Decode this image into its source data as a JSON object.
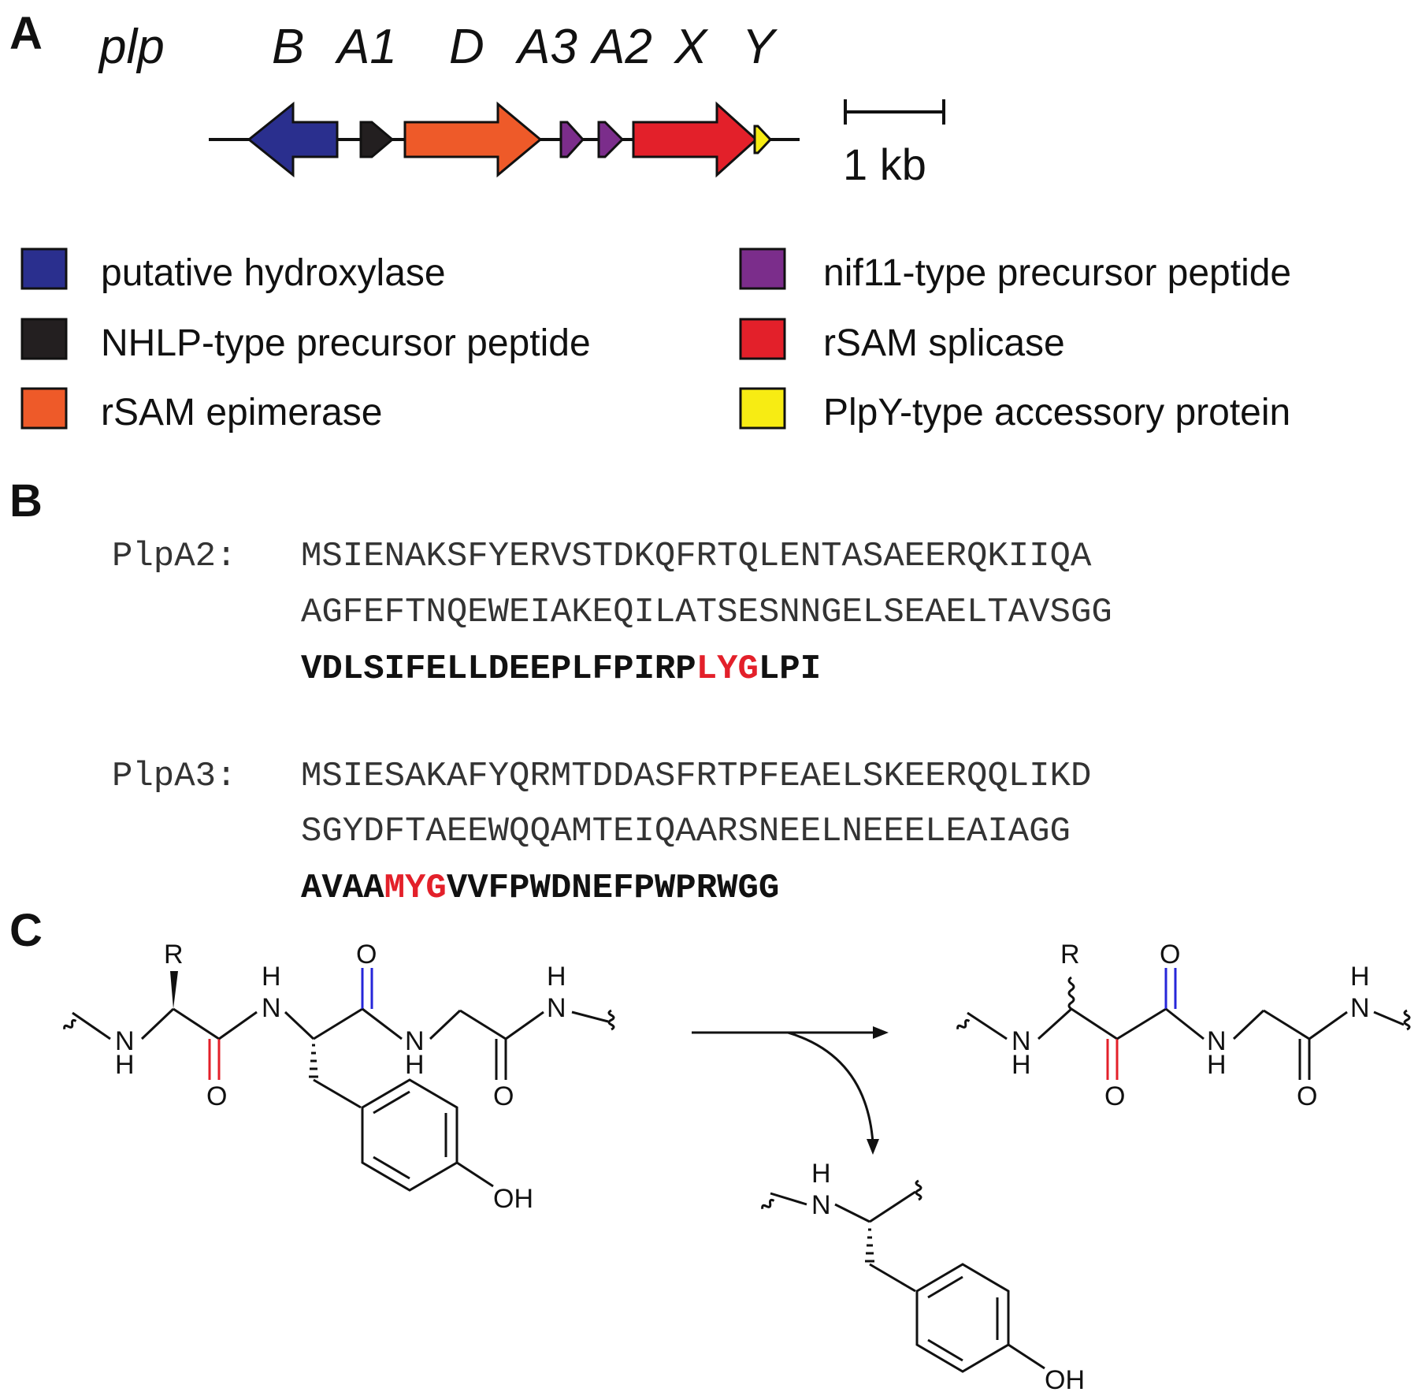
{
  "panels": {
    "a": "A",
    "b": "B",
    "c": "C"
  },
  "gene_cluster": {
    "prefix": "plp",
    "genes": [
      {
        "label": "B",
        "function": "putative hydroxylase",
        "color": "#2a2f8e"
      },
      {
        "label": "A1",
        "function": "NHLP-type precursor peptide",
        "color": "#231f20"
      },
      {
        "label": "D",
        "function": "rSAM epimerase",
        "color": "#ee5a29"
      },
      {
        "label": "A3",
        "function": "nif11-type precursor peptide",
        "color": "#7b2d8b"
      },
      {
        "label": "A2",
        "function": "nif11-type precursor peptide",
        "color": "#7b2d8b"
      },
      {
        "label": "X",
        "function": "rSAM splicase",
        "color": "#e3202a"
      },
      {
        "label": "Y",
        "function": "PlpY-type accessory protein",
        "color": "#f7ec13"
      }
    ],
    "scale_label": "1 kb"
  },
  "legend": [
    {
      "label": "putative hydroxylase",
      "color": "#2a2f8e"
    },
    {
      "label": "NHLP-type precursor peptide",
      "color": "#231f20"
    },
    {
      "label": "rSAM epimerase",
      "color": "#ee5a29"
    },
    {
      "label": "nif11-type precursor peptide",
      "color": "#7b2d8b"
    },
    {
      "label": "rSAM splicase",
      "color": "#e3202a"
    },
    {
      "label": "PlpY-type accessory protein",
      "color": "#f7ec13"
    }
  ],
  "sequences": [
    {
      "name": "PlpA2:",
      "line1": "MSIENAKSFYERVSTDKQFRTQLENTASAEERQKIIQA",
      "line2": "AGFEFTNQEWEIAKEQILATSESNNGELSEAELTAVSGG",
      "core_pre": "VDLSIFELLDEEPLFPIRP",
      "core_motif": "LYG",
      "core_post": "LPI"
    },
    {
      "name": "PlpA3:",
      "line1": "MSIESAKAFYQRMTDDASFRTPFEAELSKEERQQLIKD",
      "line2": "SGYDFTAEEWQQAMTEIQAARSNEELNEEELEAIAGG",
      "core_pre": "AVAA",
      "core_motif": "MYG",
      "core_post": "VVFPWDNEFPWPRWGG"
    }
  ],
  "colors": {
    "motif": "#e3202a",
    "ketone_red": "#e3202a",
    "carbonyl_blue": "#2626d9"
  },
  "chemistry": {
    "substrate": {
      "r": "R",
      "nh_left": "N",
      "h_left": "H",
      "h1": "H",
      "n1": "N",
      "o_red": "O",
      "o_blue": "O",
      "n2": "N",
      "h2": "H",
      "o3": "O",
      "h3": "H",
      "n3": "N",
      "oh": "OH"
    },
    "product": {
      "r": "R",
      "nh_left": "N",
      "h_left": "H",
      "o_red": "O",
      "o_blue": "O",
      "n2": "N",
      "h2": "H",
      "o3": "O",
      "h3": "H",
      "n3": "N"
    },
    "byproduct": {
      "h": "H",
      "n": "N",
      "oh": "OH"
    }
  }
}
